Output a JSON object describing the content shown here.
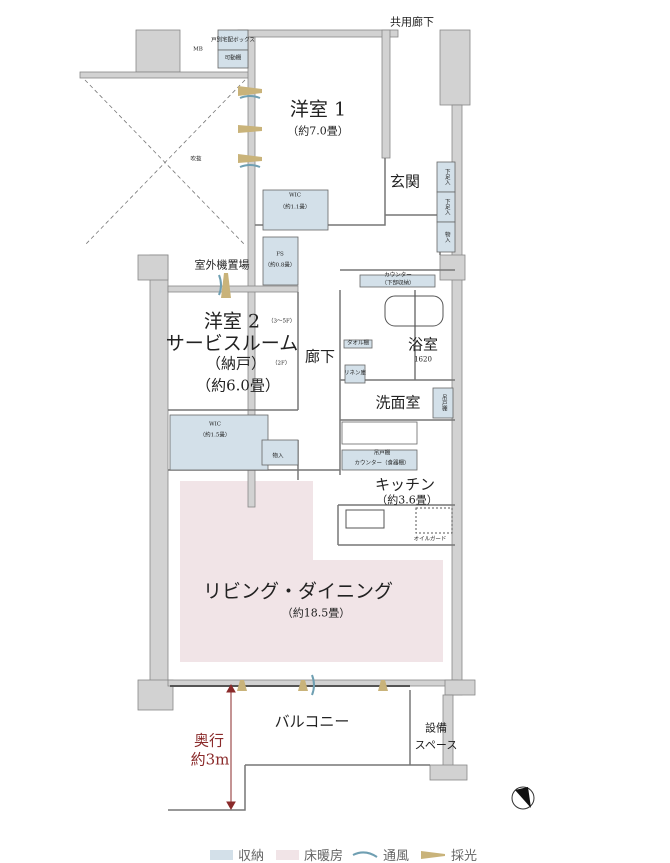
{
  "colors": {
    "storage": "#d3e0e9",
    "floor_heating": "#f1e4e7",
    "ventilation": "#6f9fb2",
    "daylight": "#c9b37a",
    "wall": "#d2d2d2",
    "depth_arrow": "#8a2a2a"
  },
  "labels": {
    "common_corridor": "共用廊下",
    "mb": "MB",
    "delivery_box": "戸別宅配ボックス",
    "movable_shelf": "可動棚",
    "void": "吹抜",
    "room1_name": "洋室 1",
    "room1_size": "（約7.0畳）",
    "entrance": "玄関",
    "shoe1": "下足入",
    "shoe2": "下足入",
    "storage_entry": "物入",
    "wic1": "WIC",
    "wic1_size": "（約1.1畳）",
    "fs": "FS",
    "fs_size": "（約0.8畳）",
    "outdoor_unit": "室外機置場",
    "counter_lower": "カウンター",
    "counter_lower_note": "（下部収納）",
    "room2_name": "洋室 2",
    "room2_note": "（3〜5F）",
    "service_room": "サービスルーム",
    "nando": "（納戸）",
    "nando_note": "（2F）",
    "room2_size": "（約6.0畳）",
    "hallway": "廊下",
    "bath": "浴室",
    "bath_size": "1620",
    "towel": "タオル棚",
    "linen": "リネン庫",
    "washroom": "洗面室",
    "hanging_cabinet1": "吊戸棚",
    "wic2": "WIC",
    "wic2_size": "（約1.5畳）",
    "storage2": "物入",
    "hanging_cabinet2": "吊戸棚",
    "counter_dish": "カウンター（食器棚）",
    "kitchen": "キッチン",
    "kitchen_size": "（約3.6畳）",
    "oil_guard": "オイルガード",
    "living": "リビング・ダイニング",
    "living_size": "（約18.5畳）",
    "balcony": "バルコニー",
    "equipment1": "設備",
    "equipment2": "スペース",
    "depth1": "奥行",
    "depth2": "約3m"
  },
  "legend": [
    {
      "label": "収納",
      "type": "storage"
    },
    {
      "label": "床暖房",
      "type": "floor_heating"
    },
    {
      "label": "通風",
      "type": "ventilation"
    },
    {
      "label": "採光",
      "type": "daylight"
    }
  ],
  "compass": {
    "icon": "north-arrow-icon"
  }
}
